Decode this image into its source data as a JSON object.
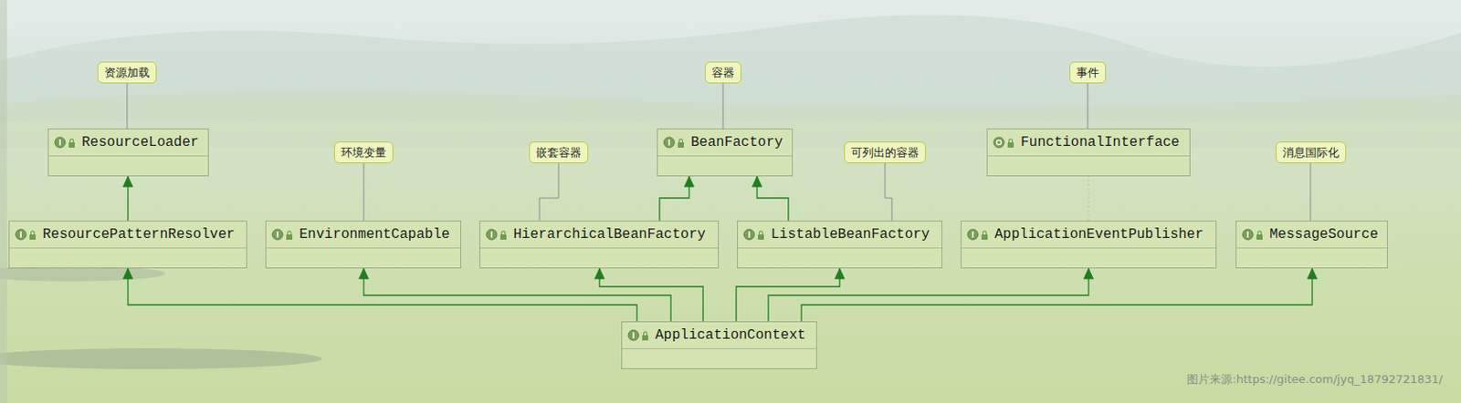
{
  "diagram": {
    "nodes": [
      {
        "text": [
          "资源加载"
        ]
      },
      {
        "text": [
          "容器"
        ]
      },
      {
        "text": [
          "事件"
        ]
      },
      {
        "text": [
          "ResourceLoader"
        ]
      },
      {
        "text": [
          "BeanFactory"
        ]
      },
      {
        "text": [
          "FunctionalInterface"
        ]
      },
      {
        "text": [
          "环境变量"
        ]
      },
      {
        "text": [
          "嵌套容器"
        ]
      },
      {
        "text": [
          "可列出的容器"
        ]
      },
      {
        "text": [
          "消息国际化"
        ]
      },
      {
        "text": [
          "ResourcePatternResolver"
        ]
      },
      {
        "text": [
          "EnvironmentCapable"
        ]
      },
      {
        "text": [
          "HierarchicalBeanFactory"
        ]
      },
      {
        "text": [
          "ListableBeanFactory"
        ]
      },
      {
        "text": [
          "ApplicationEventPublisher"
        ]
      },
      {
        "text": [
          "MessageSource"
        ]
      },
      {
        "text": [
          "ApplicationContext"
        ]
      }
    ],
    "edges": [
      {
        "from": 0,
        "to": 3,
        "arrow": "none"
      },
      {
        "from": 1,
        "to": 4,
        "arrow": "none"
      },
      {
        "from": 2,
        "to": 5,
        "arrow": "none"
      },
      {
        "from": 6,
        "to": 11,
        "arrow": "none"
      },
      {
        "from": 7,
        "to": 12,
        "arrow": "none"
      },
      {
        "from": 8,
        "to": 13,
        "arrow": "none"
      },
      {
        "from": 9,
        "to": 15,
        "arrow": "none"
      },
      {
        "from": 10,
        "to": 3,
        "arrow": "to"
      },
      {
        "from": 12,
        "to": 4,
        "arrow": "to"
      },
      {
        "from": 13,
        "to": 4,
        "arrow": "to"
      },
      {
        "from": 14,
        "to": 5,
        "arrow": "none"
      },
      {
        "from": 16,
        "to": 10,
        "arrow": "to"
      },
      {
        "from": 16,
        "to": 11,
        "arrow": "to"
      },
      {
        "from": 16,
        "to": 12,
        "arrow": "to"
      },
      {
        "from": 16,
        "to": 13,
        "arrow": "to"
      },
      {
        "from": 16,
        "to": 14,
        "arrow": "to"
      },
      {
        "from": 16,
        "to": 15,
        "arrow": "to"
      }
    ],
    "labels": [
      "图片来源:https://gitee.com/jyq_18792721831/"
    ]
  }
}
